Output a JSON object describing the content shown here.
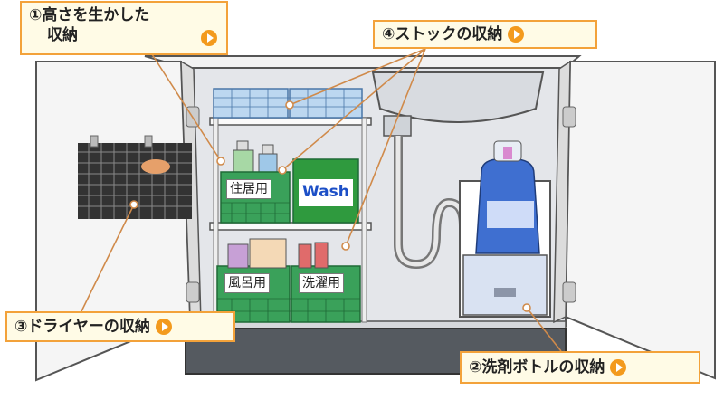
{
  "callouts": {
    "height_storage_line1": "①高さを生かした",
    "height_storage_line2": "収納",
    "stock_storage": "④ストックの収納",
    "dryer_storage": "③ドライヤーの収納",
    "detergent_storage": "②洗剤ボトルの収納"
  },
  "labels": {
    "housing": "住居用",
    "wash": "Wash",
    "bath": "風呂用",
    "laundry": "洗濯用"
  },
  "colors": {
    "callout_border": "#f3a23a",
    "callout_bg": "#fffbe6",
    "play_icon": "#f39a1d",
    "basket_green": "#3aa15a",
    "leader_line": "#d08a4a"
  }
}
